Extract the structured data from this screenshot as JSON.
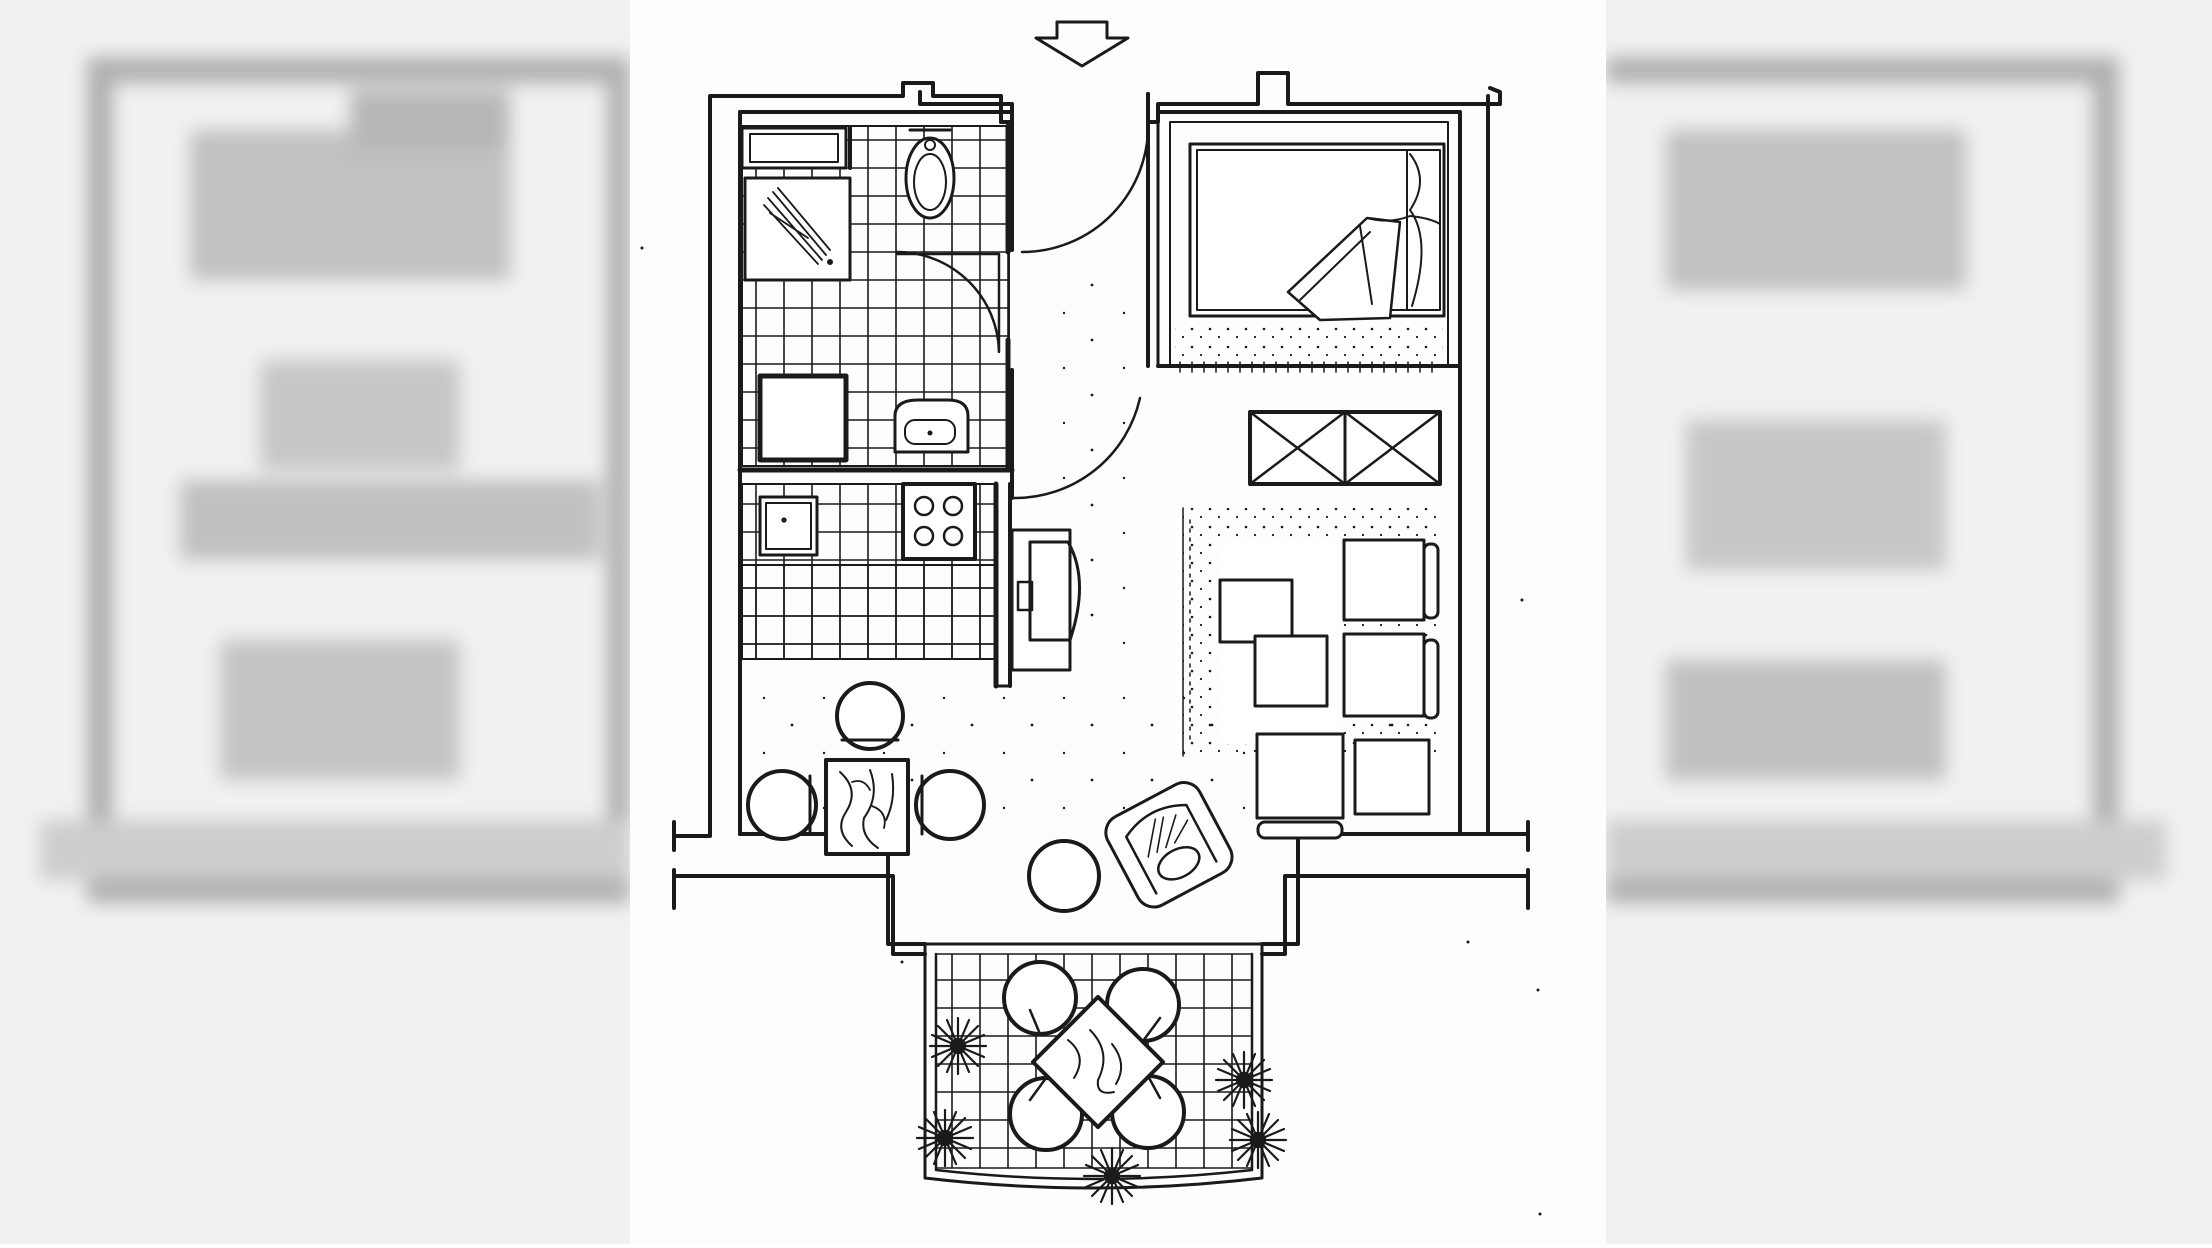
{
  "image": {
    "kind": "apartment floor plan sketch",
    "background_color": "#ffffff",
    "line_color": "#1a1a1a",
    "side_blur_color": "#8a8a8a"
  },
  "rooms": [
    {
      "id": "bathroom",
      "fixtures": [
        "bathtub",
        "shower",
        "toilet",
        "sink",
        "washer"
      ]
    },
    {
      "id": "kitchen",
      "fixtures": [
        "sink",
        "stove"
      ]
    },
    {
      "id": "bedroom",
      "fixtures": [
        "double-bed"
      ]
    },
    {
      "id": "living-room",
      "fixtures": [
        "desk",
        "sofa",
        "armchair",
        "round-table",
        "dining-table",
        "wardrobe"
      ]
    },
    {
      "id": "balcony",
      "fixtures": [
        "table",
        "chairs",
        "plants"
      ]
    }
  ],
  "entrance": {
    "icon": "arrow-down-icon"
  }
}
